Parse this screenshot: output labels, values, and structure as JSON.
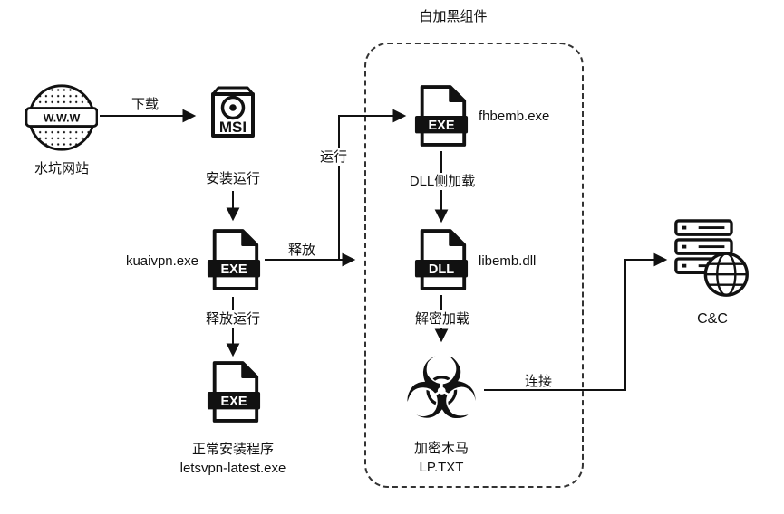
{
  "diagram_title": "白加黑组件",
  "nodes": {
    "watering_site": {
      "icon_text": "W.W.W",
      "caption": "水坑网站"
    },
    "msi": {
      "icon_text": "MSI",
      "caption": "安装运行"
    },
    "kuaivpn": {
      "icon_text": "EXE",
      "caption": "kuaivpn.exe"
    },
    "normal_installer": {
      "icon_text": "EXE",
      "caption_line1": "正常安装程序",
      "caption_line2": "letsvpn-latest.exe"
    },
    "fhbemb": {
      "icon_text": "EXE",
      "caption": "fhbemb.exe"
    },
    "libemb": {
      "icon_text": "DLL",
      "caption": "libemb.dll"
    },
    "trojan": {
      "icon_glyph": "☣",
      "caption_line1": "加密木马",
      "caption_line2": "LP.TXT"
    },
    "cc_server": {
      "caption": "C&C"
    }
  },
  "edges": {
    "download": "下载",
    "run": "运行",
    "drop": "释放",
    "drop_run": "释放运行",
    "dll_sideload": "DLL侧加载",
    "decrypt_load": "解密加载",
    "connect": "连接"
  },
  "colors": {
    "ink": "#111111",
    "background": "#ffffff"
  }
}
